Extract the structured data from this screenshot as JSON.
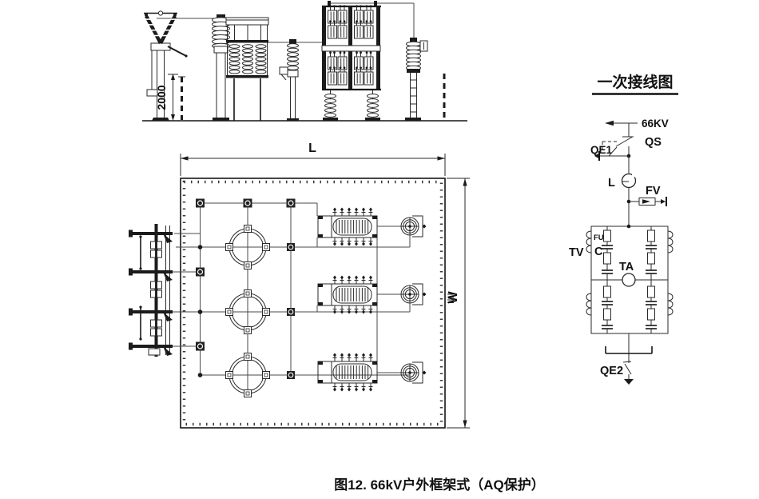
{
  "figure": {
    "caption": "图12. 66kV户外框架式（AQ保护）"
  },
  "elevation": {
    "dim_height": "2000"
  },
  "plan": {
    "dim_length": "L",
    "dim_width": "W"
  },
  "schematic": {
    "title": "一次接线图",
    "labels": {
      "incoming": "66KV",
      "disconnector": "QS",
      "earth_switch_1": "QE1",
      "reactor": "L",
      "arrester": "FV",
      "voltage_transformer": "TV",
      "capacitor": "C",
      "fuse": "FU",
      "current_transformer": "TA",
      "earth_switch_2": "QE2"
    }
  }
}
